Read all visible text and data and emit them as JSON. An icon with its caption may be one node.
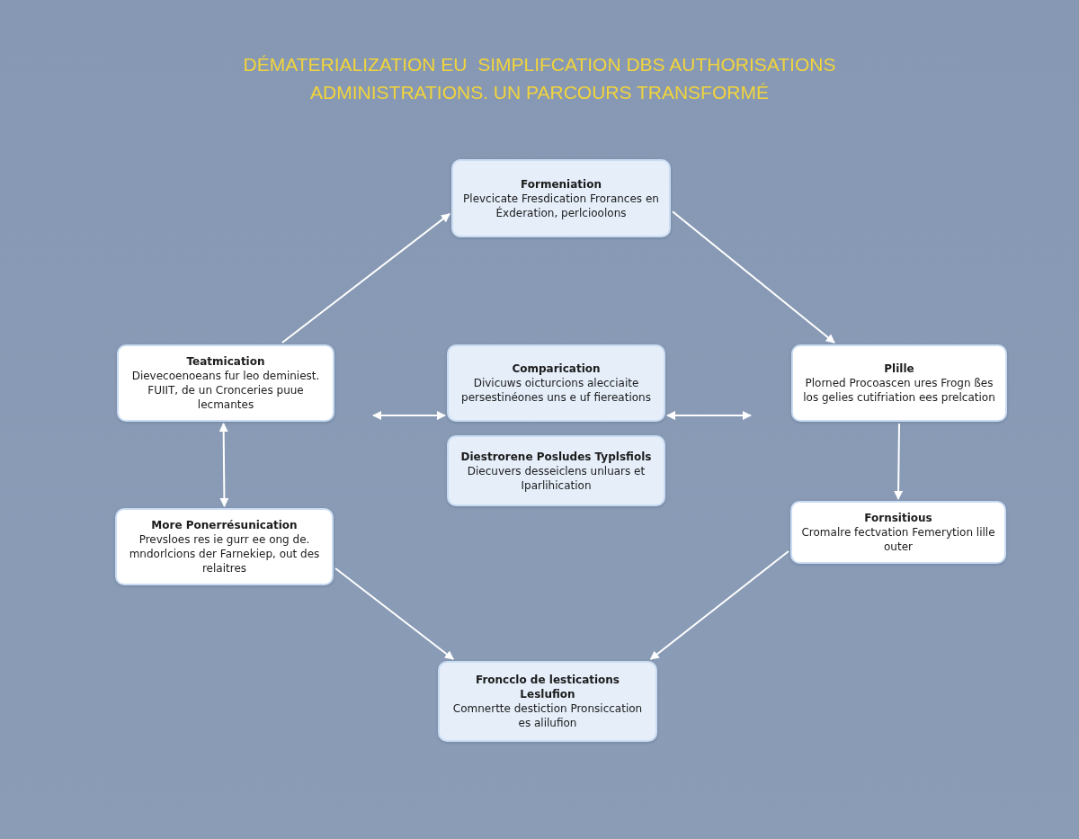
{
  "diagram": {
    "title": "DÉMATERIALIZATION EU  SIMPLIFCATION DBS AUTHORISATIONS ADMINISTRATIONS. UN PARCOURS TRANSFORMÉ",
    "nodes": [
      {
        "text": [
          "Formeniation",
          "Plevcicate Fresdication Frorances en Éxderation, perlcioolons"
        ]
      },
      {
        "text": [
          "Teatmication",
          "Dievecoenoeans fur leo deminiest. FUIIT, de un Cronceries puue lecmantes"
        ]
      },
      {
        "text": [
          "Comparication",
          "Divicuws oicturcions alecciaite persestinéones uns e uf fiereations"
        ]
      },
      {
        "text": [
          "Plille",
          "Plorned Procoascen ures Frogn ßes los gelies cutifriation ees prelcation"
        ]
      },
      {
        "text": [
          "Diestrorene Posludes Typlsfiols",
          "Diecuvers desseiclens unluars et Iparlihication"
        ]
      },
      {
        "text": [
          "More Ponerrésunication",
          "Prevsloes res ie gurr ee ong de. mndorlcions der Farnekiep, out des relaitres"
        ]
      },
      {
        "text": [
          "Fornsitious",
          "Cromalre fectvation Femerytion lille outer"
        ]
      },
      {
        "text": [
          "Froncclo de lestications Leslufion",
          "Comnertte destiction Pronsiccation es alilufion"
        ]
      }
    ],
    "edges": [
      {
        "from": 1,
        "to": 0,
        "arrow": "to"
      },
      {
        "from": 0,
        "to": 3,
        "arrow": "to"
      },
      {
        "from": 3,
        "to": 6,
        "arrow": "to"
      },
      {
        "from": 6,
        "to": 7,
        "arrow": "to"
      },
      {
        "from": 5,
        "to": 7,
        "arrow": "to"
      },
      {
        "from": 1,
        "to": 5,
        "arrow": "both"
      },
      {
        "from": null,
        "to": 2,
        "arrow": "both"
      },
      {
        "from": 2,
        "to": null,
        "arrow": "both"
      }
    ]
  }
}
